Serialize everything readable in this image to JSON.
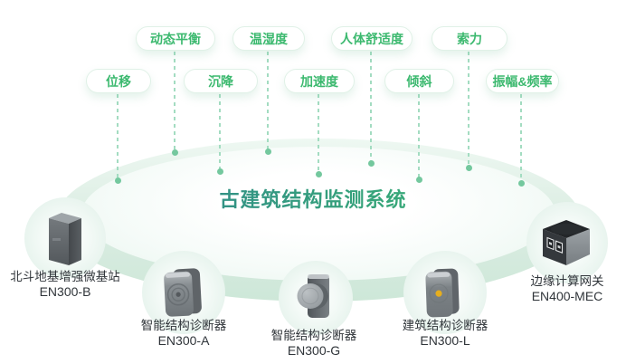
{
  "title": "古建筑结构监测系统",
  "sensor_tags": {
    "row1": [
      "动态平衡",
      "温湿度",
      "人体舒适度",
      "索力"
    ],
    "row2": [
      "位移",
      "沉降",
      "加速度",
      "倾斜",
      "振幅&频率"
    ]
  },
  "devices": [
    {
      "name": "北斗地基增强微基站",
      "model": "EN300-B"
    },
    {
      "name": "智能结构诊断器",
      "model": "EN300-A"
    },
    {
      "name": "智能结构诊断器",
      "model": "EN300-G"
    },
    {
      "name": "建筑结构诊断器",
      "model": "EN300-L"
    },
    {
      "name": "边缘计算网关",
      "model": "EN400-MEC"
    }
  ],
  "colors": {
    "tag_text": "#3cb96f",
    "tag_border": "#e0f1e7",
    "title_gradient_start": "#2e7a93",
    "title_gradient_end": "#3fc36c",
    "connector_line": "#a3dcc1",
    "connector_dot": "#74c89e",
    "ellipse_ring": "#cde7d8",
    "label_text": "#30353a",
    "device_yellow_dot": "#e6ae1e"
  }
}
